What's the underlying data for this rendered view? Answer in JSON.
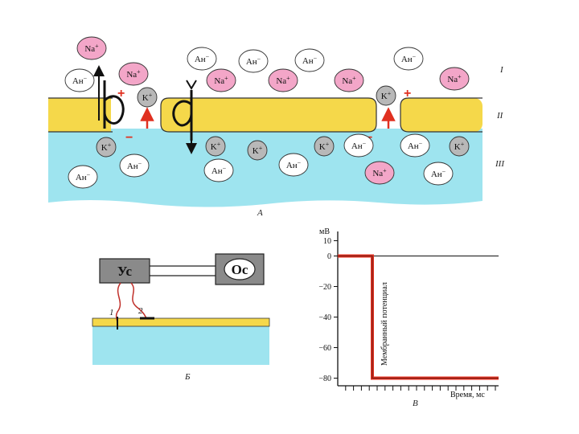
{
  "colors": {
    "extracellular": "#ffffff",
    "membrane": "#f5d84a",
    "membrane_edge": "#333333",
    "intracellular": "#9ee4ef",
    "na_fill": "#f3a6c8",
    "k_fill": "#b8b8b8",
    "an_fill": "#ffffff",
    "arrow_red": "#e03020",
    "trace": "#e03020"
  },
  "panel_a": {
    "label": "А",
    "layers": [
      "I",
      "II",
      "III"
    ],
    "ions": {
      "na": "Na",
      "k": "K",
      "an": "Ан",
      "plus": "+",
      "minus": "−"
    },
    "signs": {
      "plus": "+",
      "minus": "−"
    }
  },
  "panel_b": {
    "label": "Б",
    "amplifier": "Ус",
    "oscilloscope": "Ос",
    "electrode_1": "1",
    "electrode_2": "2"
  },
  "panel_v": {
    "label": "В",
    "rotated_label": "Мембранный потенциал",
    "chart_data": {
      "type": "line",
      "title": "",
      "ylabel": "мВ",
      "xlabel": "Время, мс",
      "ylim": [
        -85,
        15
      ],
      "yticks": [
        "10",
        "0",
        "−20",
        "−40",
        "−60",
        "−80"
      ],
      "series": [
        {
          "points": [
            [
              0,
              0
            ],
            [
              1,
              0
            ],
            [
              1,
              -80
            ],
            [
              5,
              -80
            ]
          ]
        }
      ]
    }
  }
}
